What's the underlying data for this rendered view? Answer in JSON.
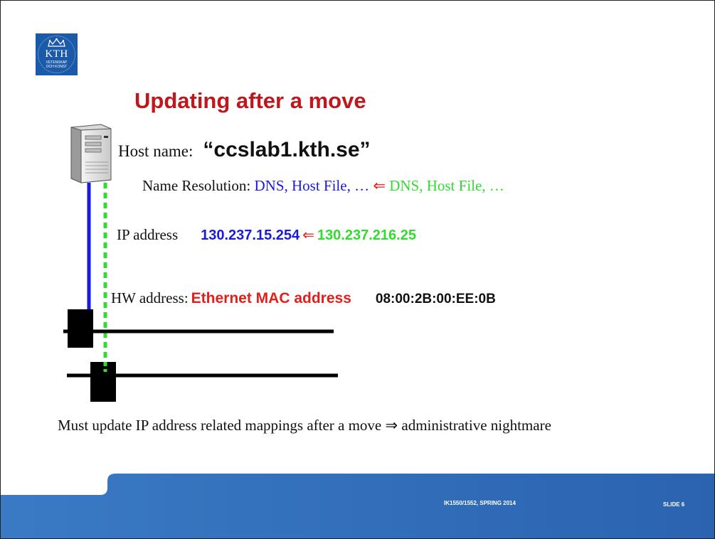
{
  "logo": {
    "text": "KTH",
    "motto_line1": "VETENSKAP",
    "motto_line2": "OCH KONST"
  },
  "title": "Updating after a move",
  "host": {
    "label": "Host name:",
    "value": "“ccslab1.kth.se”"
  },
  "name_resolution": {
    "label": "Name Resolution:",
    "old": "DNS, Host File, …",
    "arrow": "⇐",
    "new": "DNS, Host File, …"
  },
  "ip": {
    "label": "IP address",
    "old": "130.237.15.254",
    "arrow": "⇐",
    "new": "130.237.216.25"
  },
  "hw": {
    "label": "HW address:",
    "type": "Ethernet MAC address",
    "mac": "08:00:2B:00:EE:0B"
  },
  "conclusion": {
    "text": "Must update IP address related mappings after a move",
    "arrow": "⇒",
    "tail": "administrative nightmare"
  },
  "footer": {
    "course": "IK1550/1552, SPRING 2014",
    "slide": "SLIDE 6"
  },
  "colors": {
    "title": "#c0161c",
    "old_value": "#1a1adf",
    "new_value": "#2fdc2f",
    "arrow": "#e0211b",
    "footer_bar": "#2e6fbd"
  }
}
